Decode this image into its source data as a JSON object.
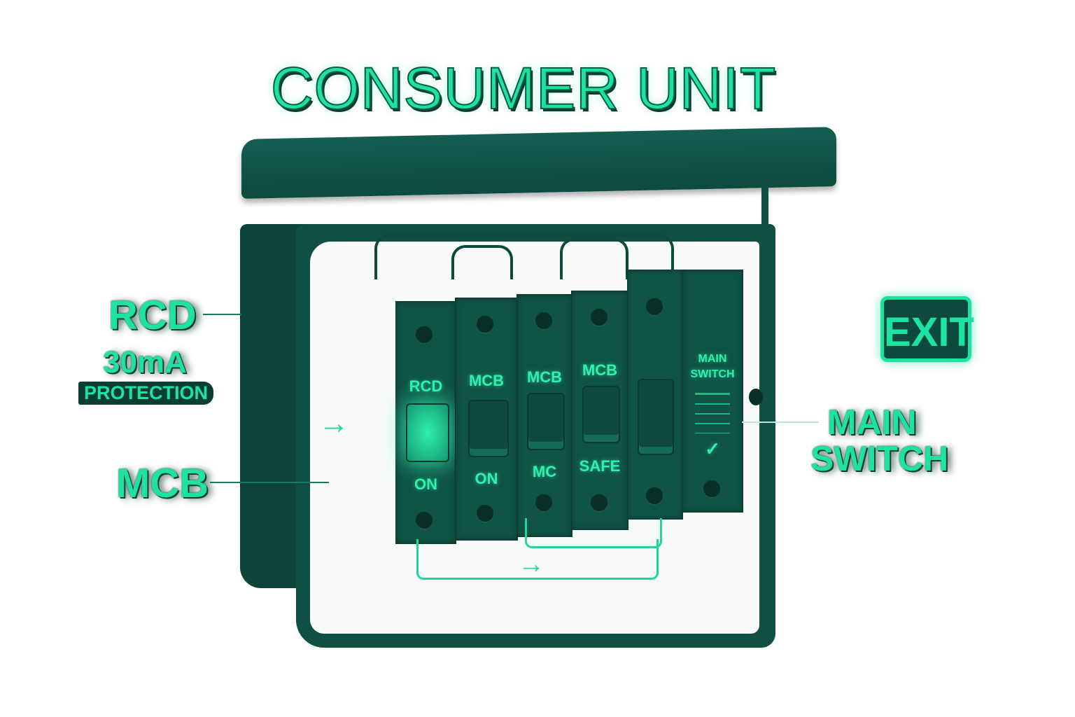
{
  "title": "CONSUMER UNIT",
  "left_labels": {
    "rcd": "RCD",
    "rating": "30mA",
    "protection": "PROTECTION",
    "mcb": "MCB"
  },
  "right_labels": {
    "main_line1": "MAIN",
    "main_line2": "SWITCH",
    "exit_sign": "EXIT"
  },
  "modules": [
    {
      "top": "RCD",
      "bottom": "ON"
    },
    {
      "top": "MCB",
      "bottom": "ON"
    },
    {
      "top": "MCB",
      "bottom": "MC"
    },
    {
      "top": "MCB",
      "bottom": "SAFE"
    }
  ],
  "main_switch_module": {
    "line1": "MAIN",
    "line2": "SWITCH",
    "check": "✓"
  },
  "colors": {
    "accent": "#1de3a2",
    "enclosure": "#0f4f44",
    "dark": "#0b3d31"
  }
}
